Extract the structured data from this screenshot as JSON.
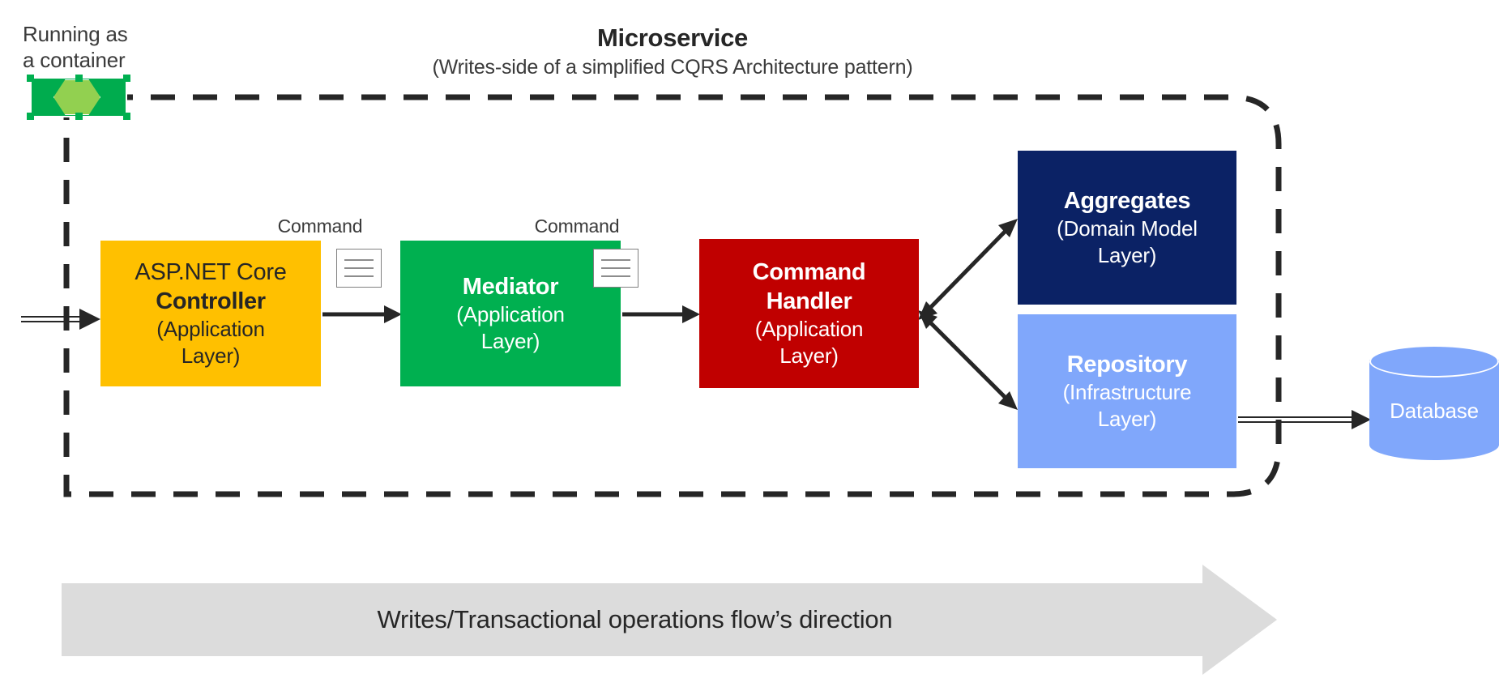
{
  "diagram": {
    "title": "Microservice",
    "subtitle": "(Writes-side of a simplified CQRS Architecture pattern)",
    "container_note": "Running as\na container",
    "container_note_line1": "Running as",
    "container_note_line2": "a container",
    "boundary_style": "dashed-rounded-rectangle"
  },
  "nodes": [
    {
      "id": "controller",
      "name_line1": "ASP.NET Core",
      "name_line2": "Controller",
      "layer_line1": "(Application",
      "layer_line2": "Layer)",
      "color": "#FFC000",
      "text_color": "#262626"
    },
    {
      "id": "mediator",
      "name_line1": "Mediator",
      "layer_line1": "(Application",
      "layer_line2": "Layer)",
      "color": "#00B050",
      "text_color": "#FFFFFF"
    },
    {
      "id": "handler",
      "name_line1": "Command",
      "name_line2": "Handler",
      "layer_line1": "(Application",
      "layer_line2": "Layer)",
      "color": "#C00000",
      "text_color": "#FFFFFF"
    },
    {
      "id": "aggregates",
      "name_line1": "Aggregates",
      "layer_line1": "(Domain Model",
      "layer_line2": "Layer)",
      "color": "#0B2265",
      "text_color": "#FFFFFF"
    },
    {
      "id": "repository",
      "name_line1": "Repository",
      "layer_line1": "(Infrastructure",
      "layer_line2": "Layer)",
      "color": "#80A7FB",
      "text_color": "#FFFFFF"
    }
  ],
  "database": {
    "label": "Database",
    "color": "#80A7FB"
  },
  "edge_labels": [
    {
      "id": "cmd1",
      "label": "Command",
      "icon": "document-icon"
    },
    {
      "id": "cmd2",
      "label": "Command",
      "icon": "document-icon"
    }
  ],
  "flow_banner": {
    "label": "Writes/Transactional operations flow’s direction",
    "color": "#DCDCDC",
    "direction": "right"
  },
  "colors": {
    "background": "#FFFFFF",
    "stroke": "#262626",
    "container_green": "#00AC4E",
    "hexagon_green": "#92D050",
    "handle_green": "#00B050",
    "banner_grey": "#DCDCDC"
  }
}
